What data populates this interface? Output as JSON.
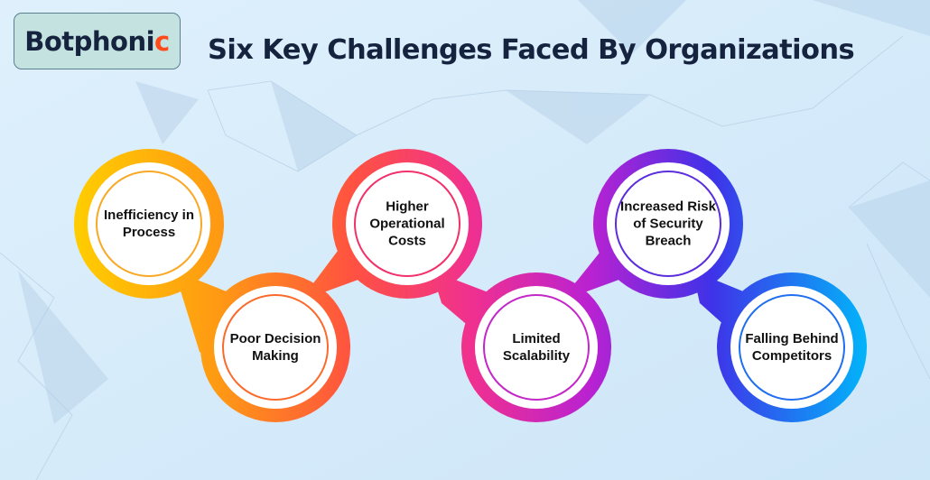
{
  "brand": {
    "name_main": "Botphoni",
    "name_accent": "c"
  },
  "title": "Six Key Challenges Faced By Organizations",
  "colors": {
    "navy": "#16233f",
    "accent": "#ff4a1a",
    "background": "#d7ecfb"
  },
  "challenges": [
    {
      "label": "Inefficiency in Process",
      "color": "#f9a825"
    },
    {
      "label": "Poor Decision Making",
      "color": "#fb6a2b"
    },
    {
      "label": "Higher Operational Costs",
      "color": "#f2306a"
    },
    {
      "label": "Limited Scalability",
      "color": "#c427c8"
    },
    {
      "label": "Increased Risk of Security Breach",
      "color": "#5b2ddd"
    },
    {
      "label": "Falling Behind Competitors",
      "color": "#1f6ff0"
    }
  ]
}
